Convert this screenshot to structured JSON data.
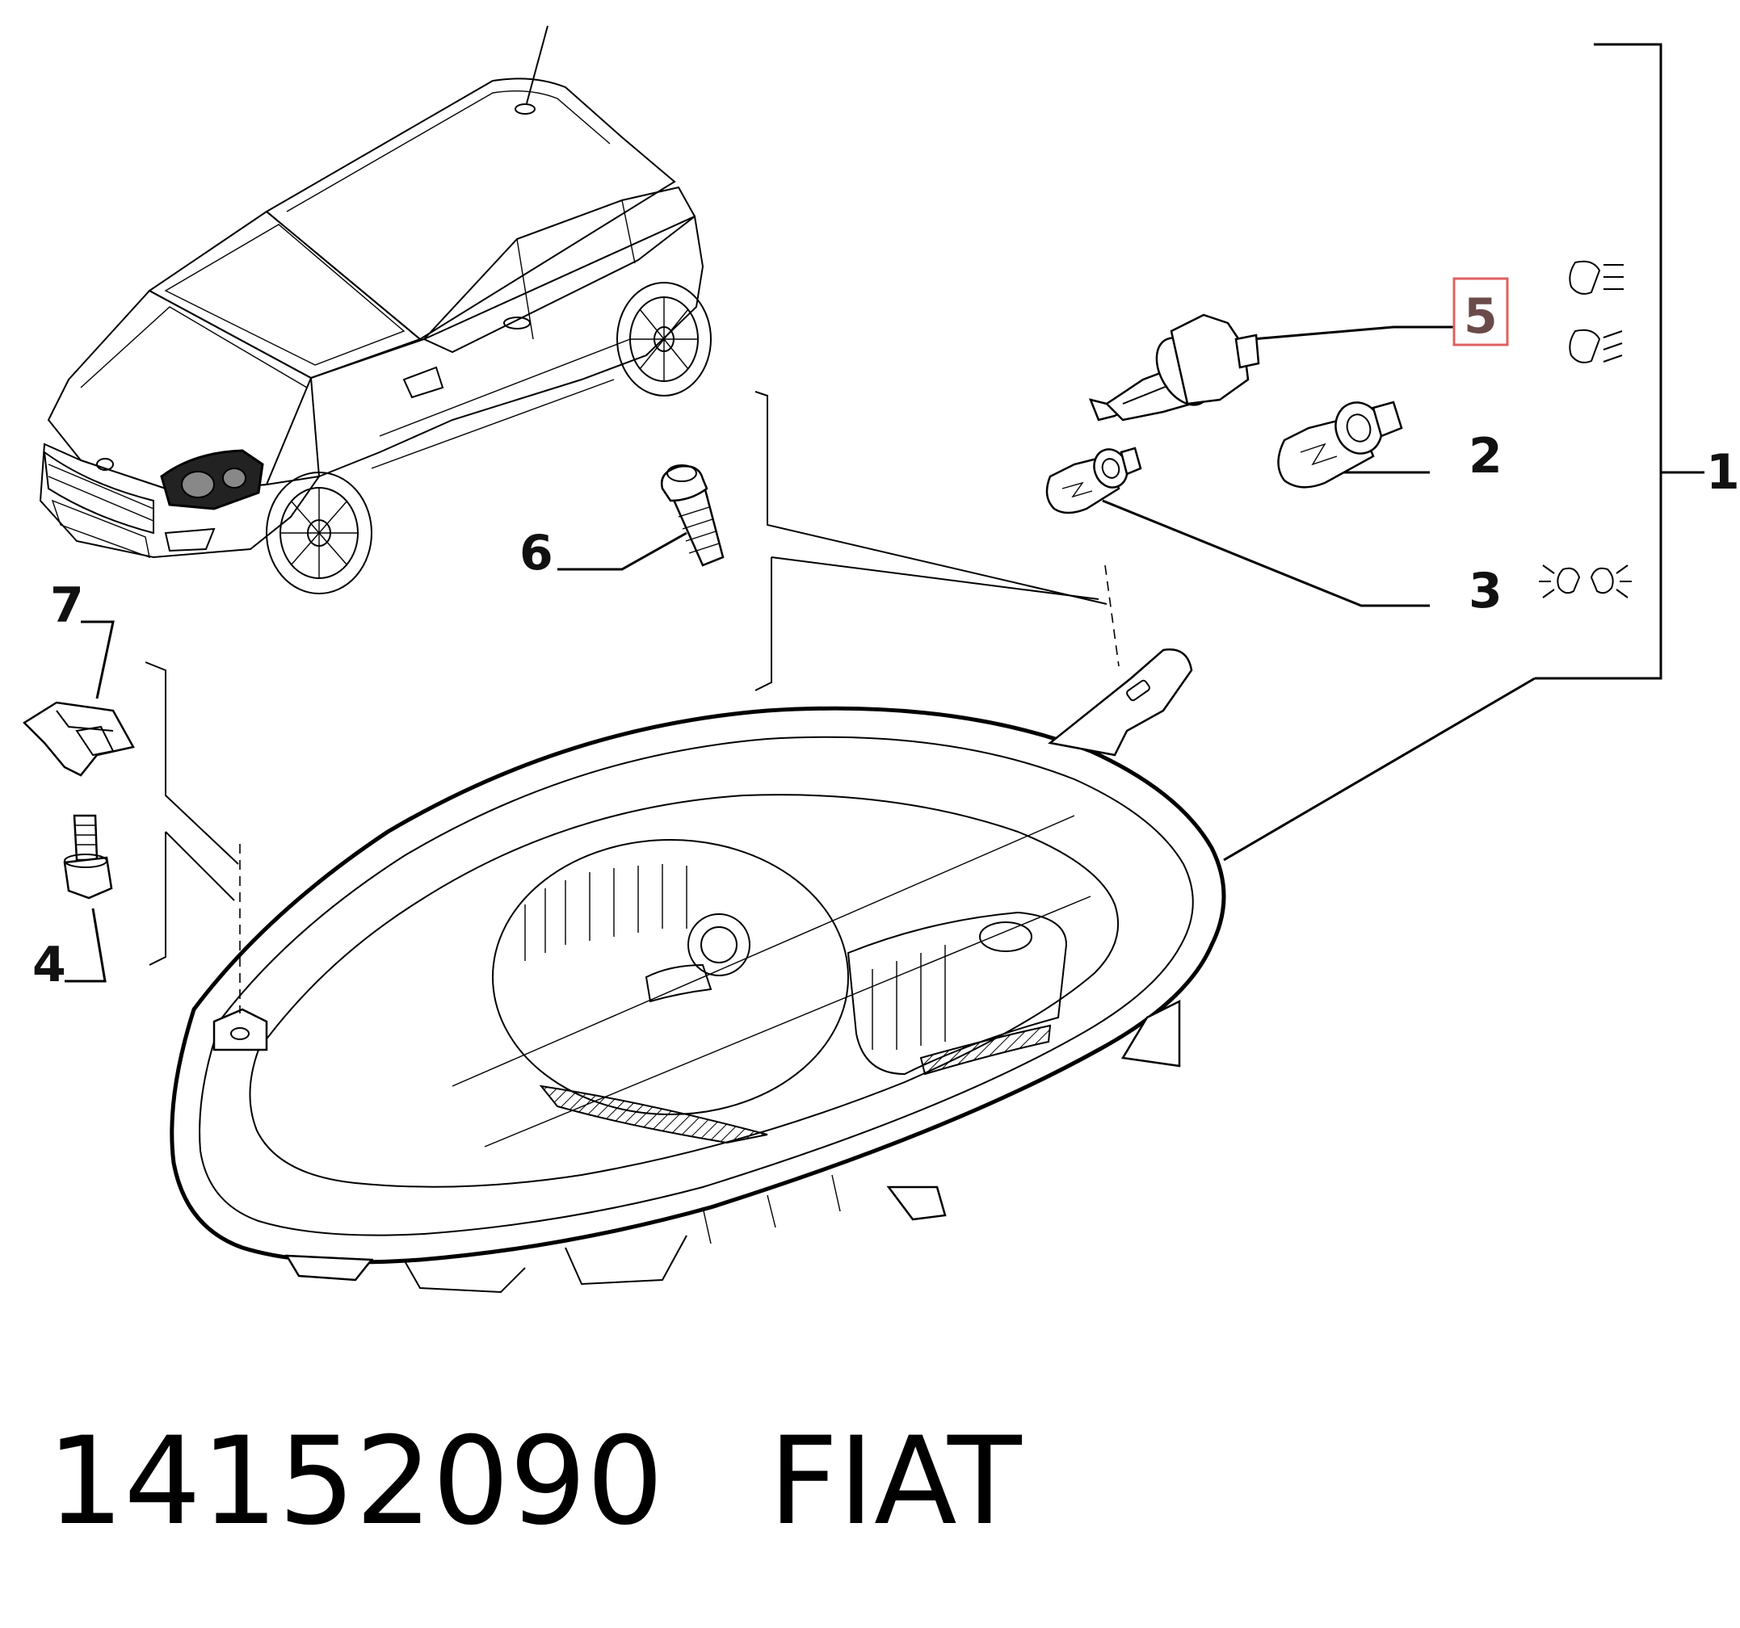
{
  "callouts": {
    "c1": "1",
    "c2": "2",
    "c3": "3",
    "c4": "4",
    "c5": "5",
    "c6": "6",
    "c7": "7"
  },
  "highlight_color": "#e06060",
  "footer": {
    "part_number": "14152090",
    "brand": "FIAT"
  },
  "icons": [
    "low-beam-icon",
    "high-beam-icon",
    "side-light-icon"
  ]
}
